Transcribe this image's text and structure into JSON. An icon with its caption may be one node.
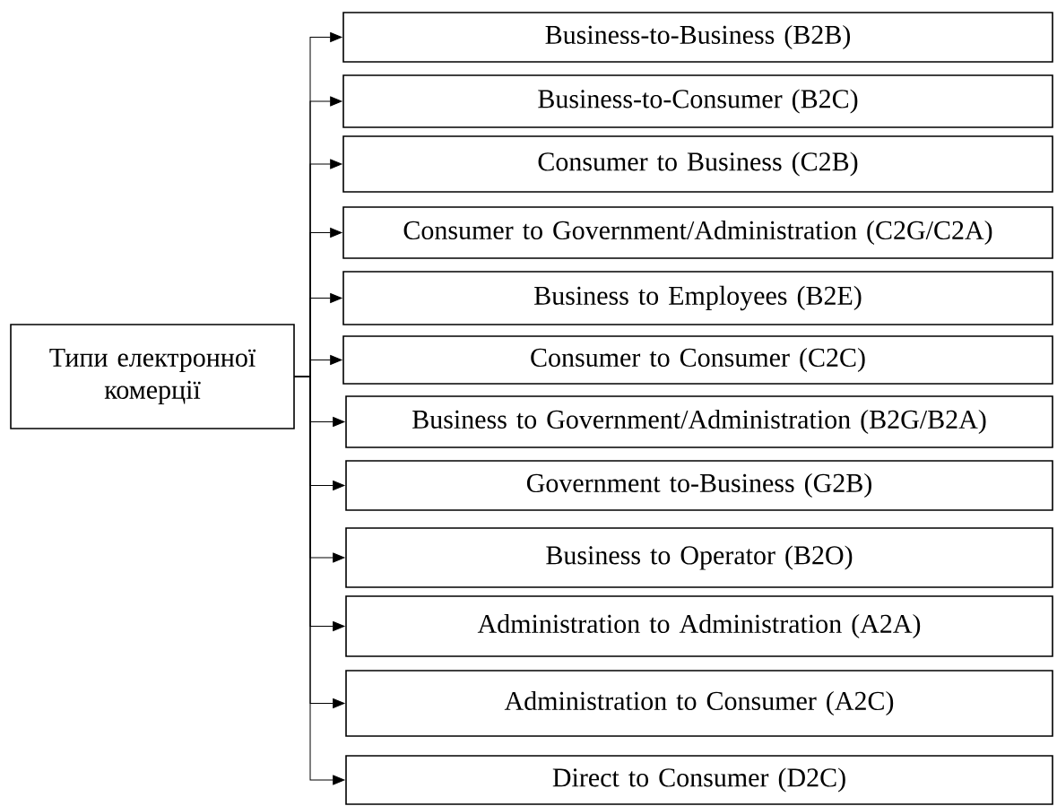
{
  "diagram": {
    "nodes": [
      {
        "text": [
          "Типи електронної комерції"
        ]
      },
      {
        "text": [
          "Business-to-Business (B2B)"
        ]
      },
      {
        "text": [
          "Business-to-Consumer (B2C)"
        ]
      },
      {
        "text": [
          "Consumer to Business (C2B)"
        ]
      },
      {
        "text": [
          "Consumer to Government/Administration (C2G/C2A)"
        ]
      },
      {
        "text": [
          "Business to Employees (B2E)"
        ]
      },
      {
        "text": [
          "Consumer to Consumer (C2C)"
        ]
      },
      {
        "text": [
          "Business to Government/Administration (B2G/B2A)"
        ]
      },
      {
        "text": [
          "Government to-Business (G2B)"
        ]
      },
      {
        "text": [
          "Business to Operator (B2O)"
        ]
      },
      {
        "text": [
          "Administration to Administration (A2A)"
        ]
      },
      {
        "text": [
          "Administration to Consumer (A2C)"
        ]
      },
      {
        "text": [
          "Direct to Consumer (D2C)"
        ]
      }
    ],
    "edges": [
      {
        "from": 0,
        "to": 1,
        "arrow": "to"
      },
      {
        "from": 0,
        "to": 2,
        "arrow": "to"
      },
      {
        "from": 0,
        "to": 3,
        "arrow": "to"
      },
      {
        "from": 0,
        "to": 4,
        "arrow": "to"
      },
      {
        "from": 0,
        "to": 5,
        "arrow": "to"
      },
      {
        "from": 0,
        "to": 6,
        "arrow": "to"
      },
      {
        "from": 0,
        "to": 7,
        "arrow": "to"
      },
      {
        "from": 0,
        "to": 8,
        "arrow": "to"
      },
      {
        "from": 0,
        "to": 9,
        "arrow": "to"
      },
      {
        "from": 0,
        "to": 10,
        "arrow": "to"
      },
      {
        "from": 0,
        "to": 11,
        "arrow": "to"
      },
      {
        "from": 0,
        "to": 12,
        "arrow": "to"
      }
    ]
  }
}
